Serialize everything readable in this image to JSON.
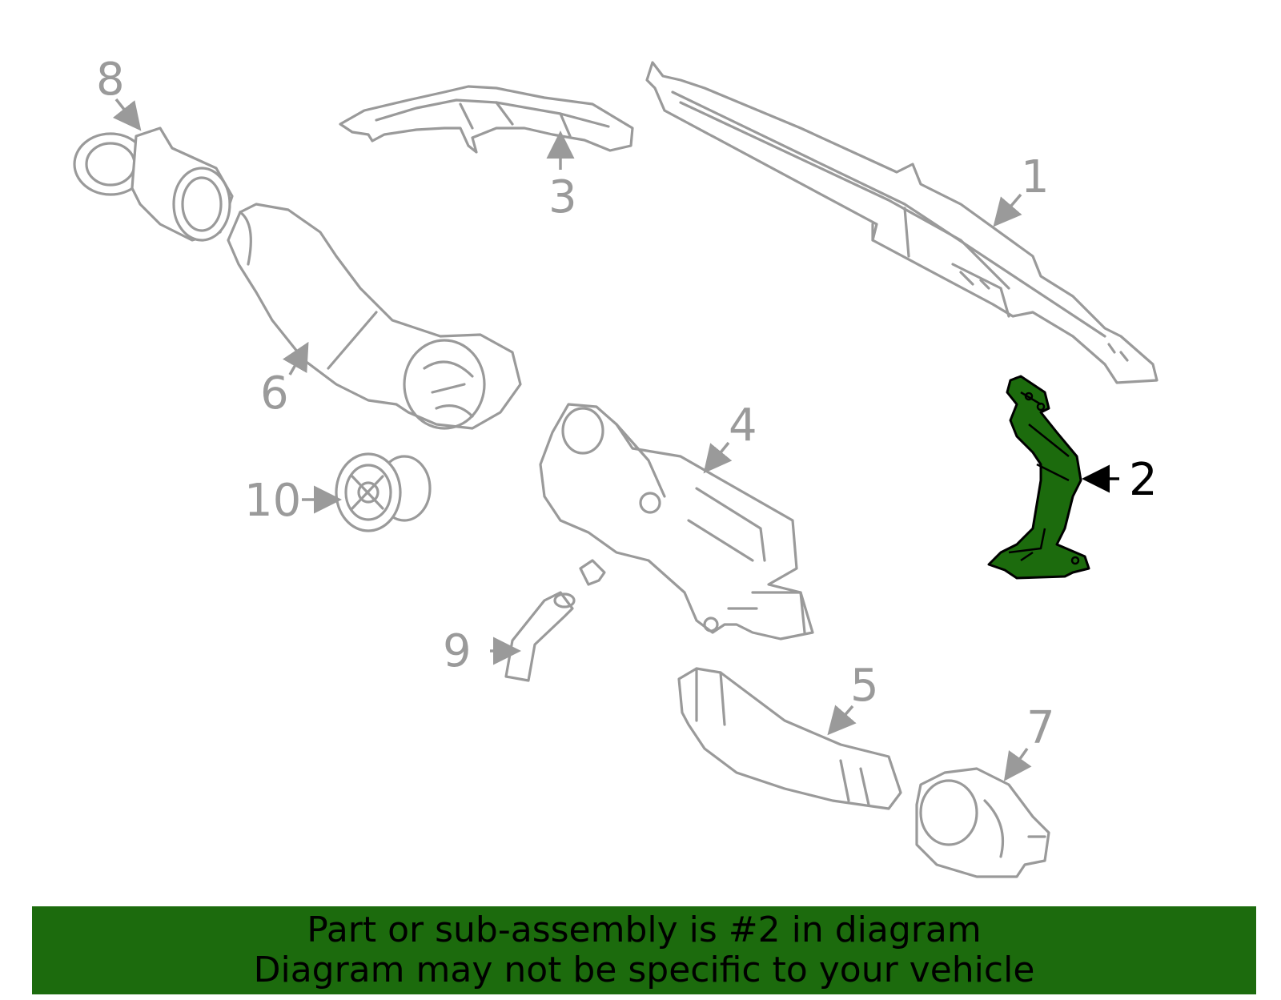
{
  "callouts": {
    "c1": "1",
    "c2": "2",
    "c3": "3",
    "c4": "4",
    "c5": "5",
    "c6": "6",
    "c7": "7",
    "c8": "8",
    "c9": "9",
    "c10": "10"
  },
  "highlight": {
    "part_number": "2",
    "color": "#1c6b0d"
  },
  "banner": {
    "line1": "Part or sub-assembly is #2 in diagram",
    "line2": "Diagram may not be specific to your vehicle",
    "background": "#1c6b0d"
  }
}
